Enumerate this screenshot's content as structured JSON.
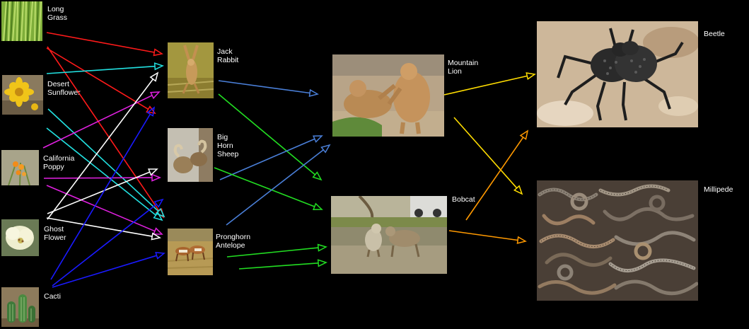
{
  "organisms": {
    "long_grass": "Long Grass",
    "desert_sunflower": "Desert Sunflower",
    "california_poppy": "California Poppy",
    "ghost_flower": "Ghost Flower",
    "cacti": "Cacti",
    "jack_rabbit": "Jack Rabbit",
    "big_horn_sheep": "Big Horn Sheep",
    "pronghorn_antelope": "Pronghorn Antelope",
    "mountain_lion": "Mountain Lion",
    "bobcat": "Bobcat",
    "beetle": "Beetle",
    "millipede": "Millipede"
  },
  "links": [
    {
      "from": "Long Grass",
      "to": "Jack Rabbit",
      "color": "#ff1a1a"
    },
    {
      "from": "Long Grass",
      "to": "Big Horn Sheep",
      "color": "#ff1a1a"
    },
    {
      "from": "Long Grass",
      "to": "Pronghorn Antelope",
      "color": "#ff1a1a"
    },
    {
      "from": "Desert Sunflower",
      "to": "Jack Rabbit",
      "color": "#22e0e0"
    },
    {
      "from": "Desert Sunflower",
      "to": "Pronghorn Antelope",
      "color": "#22e0e0"
    },
    {
      "from": "Desert Sunflower",
      "to": "Pronghorn Antelope",
      "color": "#22e0e0"
    },
    {
      "from": "California Poppy",
      "to": "Jack Rabbit",
      "color": "#e020e0"
    },
    {
      "from": "California Poppy",
      "to": "Big Horn Sheep",
      "color": "#e020e0"
    },
    {
      "from": "California Poppy",
      "to": "Pronghorn Antelope",
      "color": "#e020e0"
    },
    {
      "from": "Ghost Flower",
      "to": "Jack Rabbit",
      "color": "#ffffff"
    },
    {
      "from": "Ghost Flower",
      "to": "Big Horn Sheep",
      "color": "#ffffff"
    },
    {
      "from": "Ghost Flower",
      "to": "Pronghorn Antelope",
      "color": "#ffffff"
    },
    {
      "from": "Cacti",
      "to": "Big Horn Sheep",
      "color": "#1a1aff"
    },
    {
      "from": "Cacti",
      "to": "Pronghorn Antelope",
      "color": "#1a1aff"
    },
    {
      "from": "Cacti",
      "to": "Pronghorn Antelope",
      "color": "#1a1aff"
    },
    {
      "from": "Jack Rabbit",
      "to": "Mountain Lion",
      "color": "#4a7fd8"
    },
    {
      "from": "Jack Rabbit",
      "to": "Bobcat",
      "color": "#22dd22"
    },
    {
      "from": "Big Horn Sheep",
      "to": "Mountain Lion",
      "color": "#4a7fd8"
    },
    {
      "from": "Big Horn Sheep",
      "to": "Bobcat",
      "color": "#22dd22"
    },
    {
      "from": "Pronghorn Antelope",
      "to": "Mountain Lion",
      "color": "#4a7fd8"
    },
    {
      "from": "Pronghorn Antelope",
      "to": "Bobcat",
      "color": "#22dd22"
    },
    {
      "from": "Pronghorn Antelope",
      "to": "Bobcat",
      "color": "#22dd22"
    },
    {
      "from": "Mountain Lion",
      "to": "Beetle",
      "color": "#ffdd00"
    },
    {
      "from": "Mountain Lion",
      "to": "Millipede",
      "color": "#ffdd00"
    },
    {
      "from": "Bobcat",
      "to": "Beetle",
      "color": "#ff9900"
    },
    {
      "from": "Bobcat",
      "to": "Millipede",
      "color": "#ff9900"
    }
  ]
}
